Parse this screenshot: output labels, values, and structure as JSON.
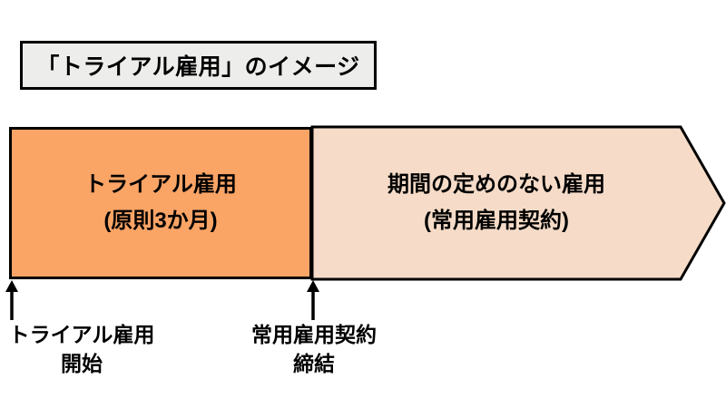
{
  "title": {
    "text": "「トライアル雇用」のイメージ"
  },
  "timeline": {
    "trial_segment": {
      "line1": "トライアル雇用",
      "line2": "(原則3か月)"
    },
    "permanent_segment": {
      "line1": "期間の定めのない雇用",
      "line2": "(常用雇用契約)"
    }
  },
  "markers": [
    {
      "line1": "トライアル雇用",
      "line2": "開始"
    },
    {
      "line1": "常用雇用契約",
      "line2": "締結"
    }
  ],
  "colors": {
    "trial_fill": "#FAA466",
    "permanent_fill": "#F6DCC8",
    "title_box_bg": "#EDEDEB",
    "outline": "#000000"
  }
}
